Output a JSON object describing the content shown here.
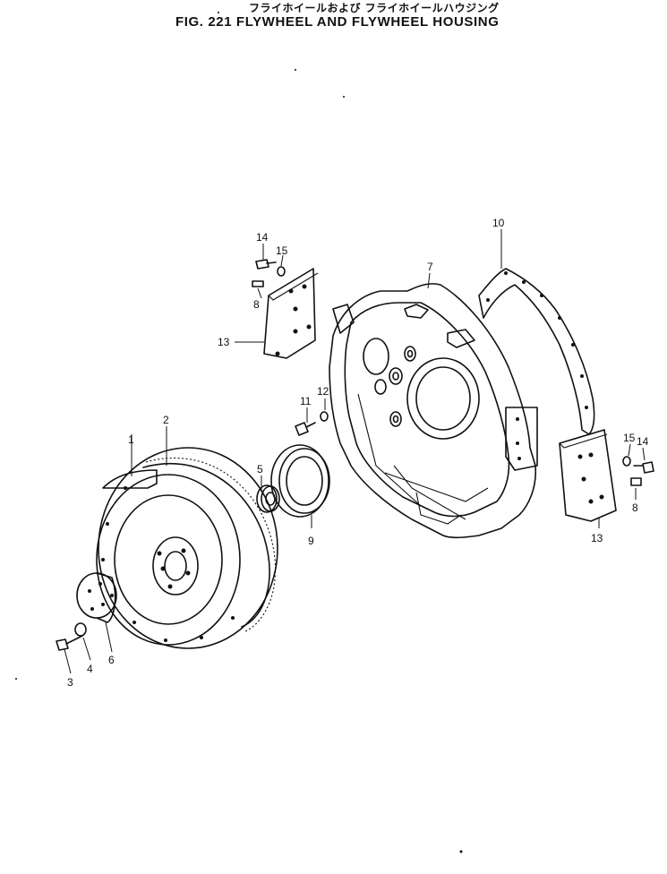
{
  "title": {
    "japanese": "フライホイールおよび フライホイールハウジング",
    "english": "FIG. 221  FLYWHEEL AND FLYWHEEL HOUSING"
  },
  "callouts": [
    {
      "id": "c1",
      "label": "1"
    },
    {
      "id": "c2",
      "label": "2"
    },
    {
      "id": "c3",
      "label": "3"
    },
    {
      "id": "c4",
      "label": "4"
    },
    {
      "id": "c5",
      "label": "5"
    },
    {
      "id": "c6",
      "label": "6"
    },
    {
      "id": "c7",
      "label": "7"
    },
    {
      "id": "c8a",
      "label": "8"
    },
    {
      "id": "c8b",
      "label": "8"
    },
    {
      "id": "c9",
      "label": "9"
    },
    {
      "id": "c10",
      "label": "10"
    },
    {
      "id": "c11",
      "label": "11"
    },
    {
      "id": "c12",
      "label": "12"
    },
    {
      "id": "c13a",
      "label": "13"
    },
    {
      "id": "c13b",
      "label": "13"
    },
    {
      "id": "c14a",
      "label": "14"
    },
    {
      "id": "c14b",
      "label": "14"
    },
    {
      "id": "c15a",
      "label": "15"
    },
    {
      "id": "c15b",
      "label": "15"
    }
  ]
}
